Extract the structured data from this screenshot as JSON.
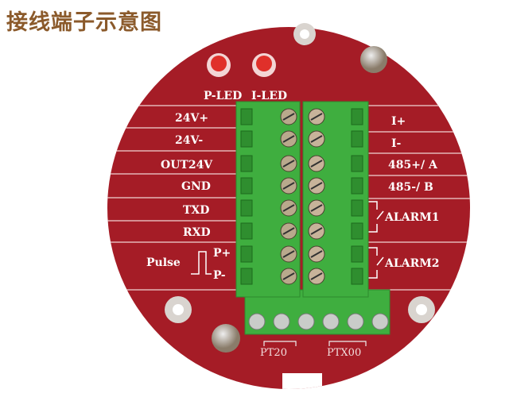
{
  "title": "接线端子示意图",
  "leds": [
    "P-LED",
    "I-LED"
  ],
  "left_labels": [
    "24V+",
    "24V-",
    "OUT24V",
    "GND",
    "TXD",
    "RXD"
  ],
  "pulse": {
    "label": "Pulse",
    "plus": "P+",
    "minus": "P-"
  },
  "right_labels": [
    "I+",
    "I-",
    "485+/ A",
    "485-/ B"
  ],
  "alarms": [
    "ALARM1",
    "ALARM2"
  ],
  "bottom_labels": [
    "PT20",
    "PTX00"
  ],
  "colors": {
    "board": "#a51c26",
    "terminal": "#3fae3f",
    "title": "#8b5a2b"
  }
}
